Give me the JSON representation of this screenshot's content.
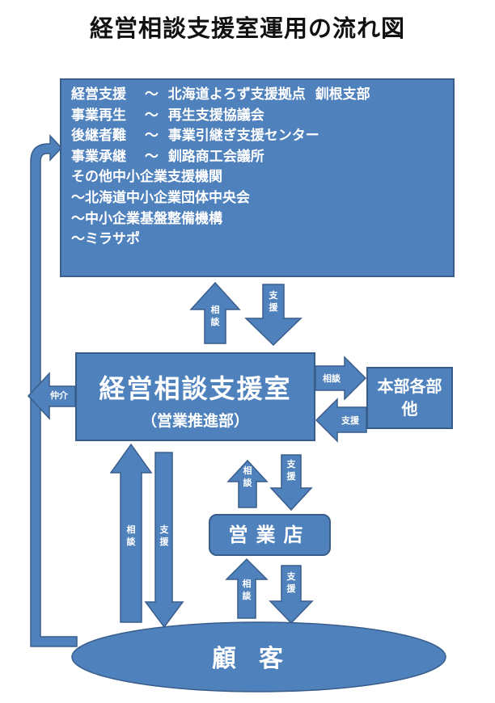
{
  "title": "経営相談支援室運用の流れ図",
  "agencies_box": {
    "lines": [
      "経営支援　 ～  北海道よろず支援拠点  釧根支部",
      "事業再生　 ～  再生支援協議会",
      "後継者難　 ～  事業引継ぎ支援センター",
      "事業承継　 ～  釧路商工会議所",
      "その他中小企業支援機関",
      "～北海道中小企業団体中央会",
      "～中小企業基盤整備機構",
      "～ミラサポ"
    ]
  },
  "main_office": {
    "title": "経営相談支援室",
    "subtitle": "（営業推進部）"
  },
  "headquarters": {
    "line1": "本部各部",
    "line2": "他"
  },
  "branch": {
    "label": "営業店"
  },
  "customer": {
    "label": "顧客"
  },
  "arrows": {
    "consult": [
      "相",
      "談"
    ],
    "support": [
      "支",
      "援"
    ],
    "consult_h": "相談",
    "support_h": "支援",
    "mediate": "仲介"
  },
  "colors": {
    "fill": "#4f81bd",
    "border": "#385d8a",
    "text": "#ffffff"
  }
}
